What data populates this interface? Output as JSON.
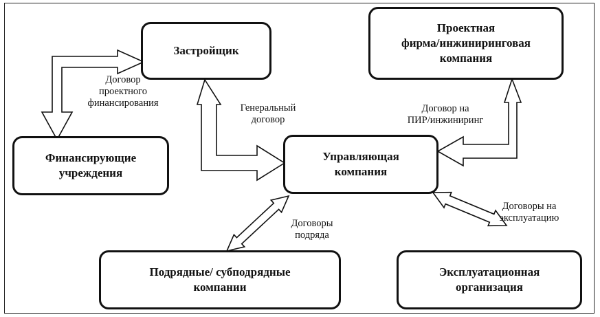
{
  "nodes": {
    "developer": "Застройщик",
    "design_firm": "Проектная\nфирма/инжиниринговая\nкомпания",
    "financing": "Финансирующие\nучреждения",
    "management": "Управляющая\nкомпания",
    "contractors": "Подрядные/ субподрядные\nкомпании",
    "operating": "Эксплуатационная\nорганизация"
  },
  "labels": {
    "project_financing": "Договор\nпроектного\nфинансирования",
    "general_contract": "Генеральный\nдоговор",
    "design_contract": "Договор на\nПИР/инжиниринг",
    "construction_contracts": "Договоры\nподряда",
    "operation_contracts": "Договоры на\nэксплуатацию"
  }
}
